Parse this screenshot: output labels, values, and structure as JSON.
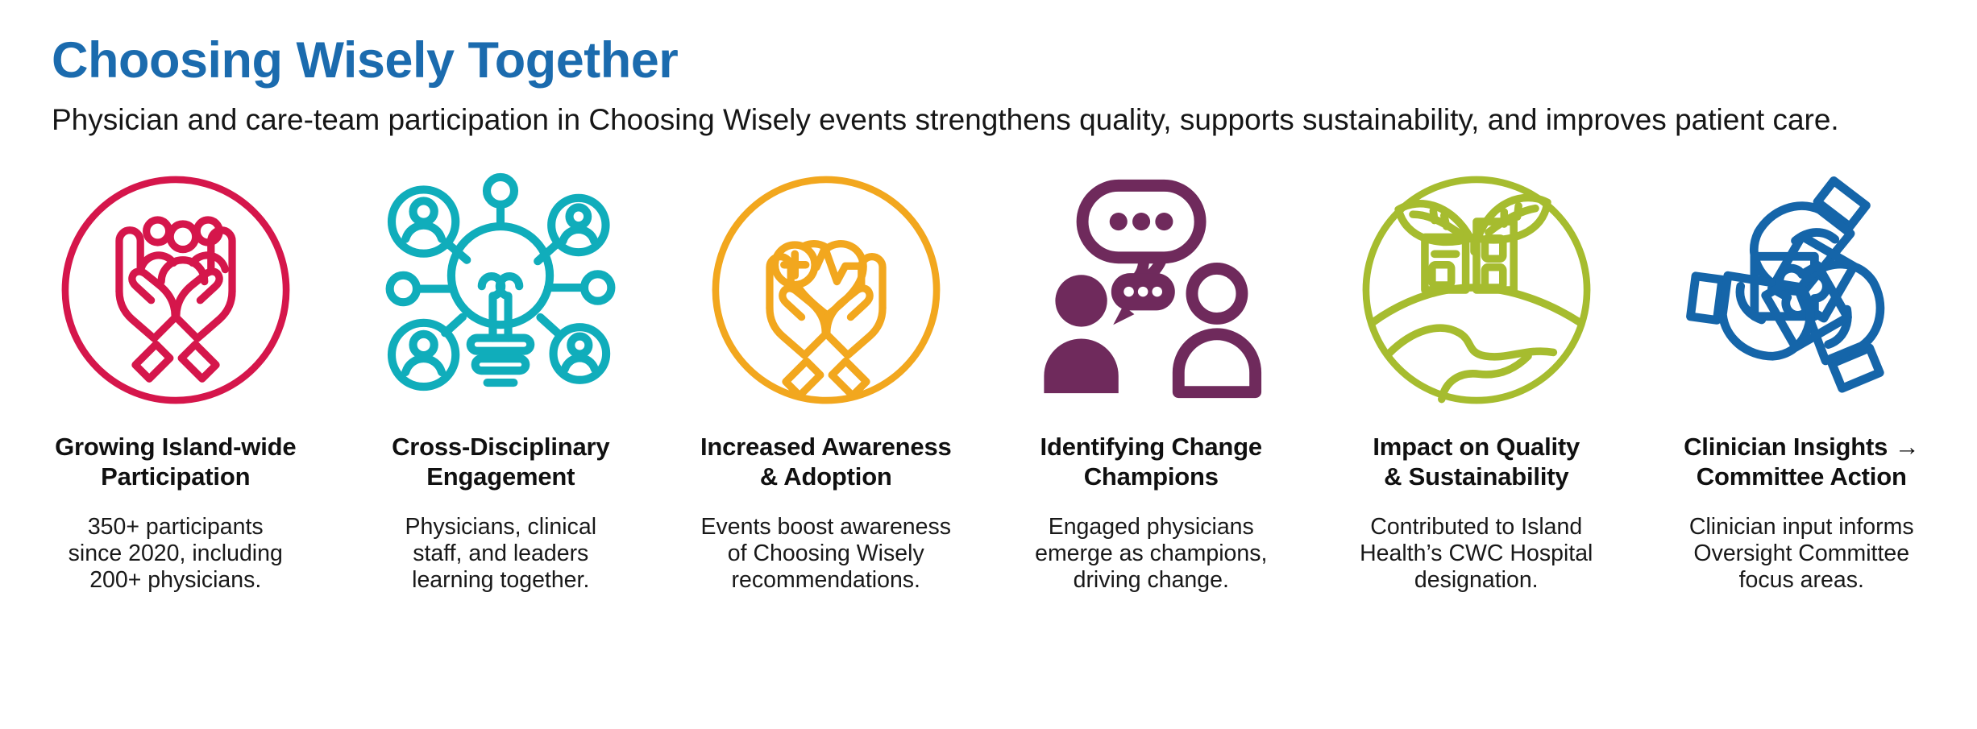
{
  "page": {
    "title": "Choosing Wisely Together",
    "subtitle": "Physician and care-team participation in Choosing Wisely events strengthens quality, supports sustainability, and improves patient care."
  },
  "colors": {
    "title_blue": "#1B6BAE",
    "text": "#161616"
  },
  "columns": [
    {
      "icon": "hands-holding-people-icon",
      "color": "#D5164B",
      "heading": "Growing Island-wide\nParticipation",
      "body": "350+ participants\nsince 2020, including\n200+ physicians."
    },
    {
      "icon": "lightbulb-network-icon",
      "color": "#10ADBB",
      "heading": "Cross-Disciplinary\nEngagement",
      "body": "Physicians, clinical\nstaff, and leaders\nlearning together."
    },
    {
      "icon": "hands-heart-pulse-icon",
      "color": "#F2A71E",
      "heading": "Increased Awareness\n& Adoption",
      "body": "Events boost awareness\nof Choosing Wisely\nrecommendations."
    },
    {
      "icon": "people-conversation-icon",
      "color": "#6F2A5C",
      "heading": "Identifying Change\nChampions",
      "body": "Engaged physicians\nemerge as champions,\ndriving change."
    },
    {
      "icon": "globe-sustainability-icon",
      "color": "#A6BC2F",
      "heading": "Impact on Quality\n& Sustainability",
      "body": "Contributed to Island\nHealth’s CWC Hospital\ndesignation."
    },
    {
      "icon": "hands-puzzle-pieces-icon",
      "color": "#1565A9",
      "heading": "Clinician Insights →\nCommittee Action",
      "body": "Clinician input informs\nOversight Committee\nfocus areas."
    }
  ]
}
